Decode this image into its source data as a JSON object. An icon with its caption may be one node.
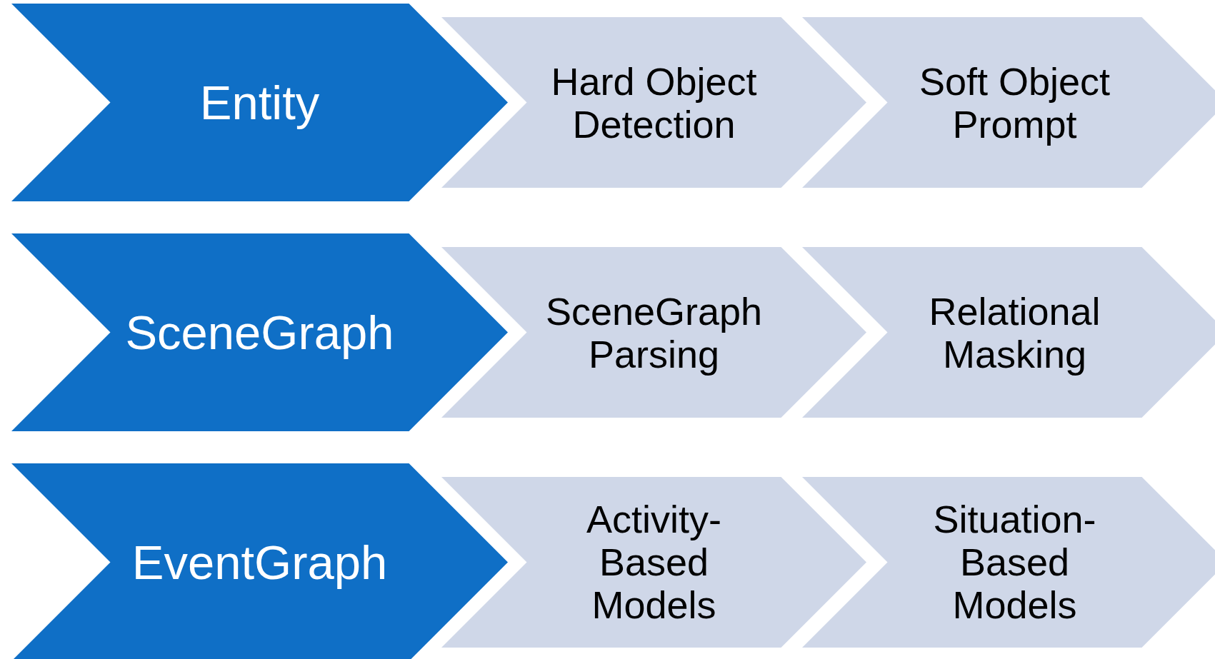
{
  "diagram": {
    "nodes": [
      {
        "text": [
          "Entity"
        ]
      },
      {
        "text": [
          "Hard Object Detection"
        ]
      },
      {
        "text": [
          "Soft Object Prompt"
        ]
      },
      {
        "text": [
          "SceneGraph"
        ]
      },
      {
        "text": [
          "SceneGraph Parsing"
        ]
      },
      {
        "text": [
          "Relational Masking"
        ]
      },
      {
        "text": [
          "EventGraph"
        ]
      },
      {
        "text": [
          "Activity-Based Models"
        ]
      },
      {
        "text": [
          "Situation-Based Models"
        ]
      }
    ]
  }
}
